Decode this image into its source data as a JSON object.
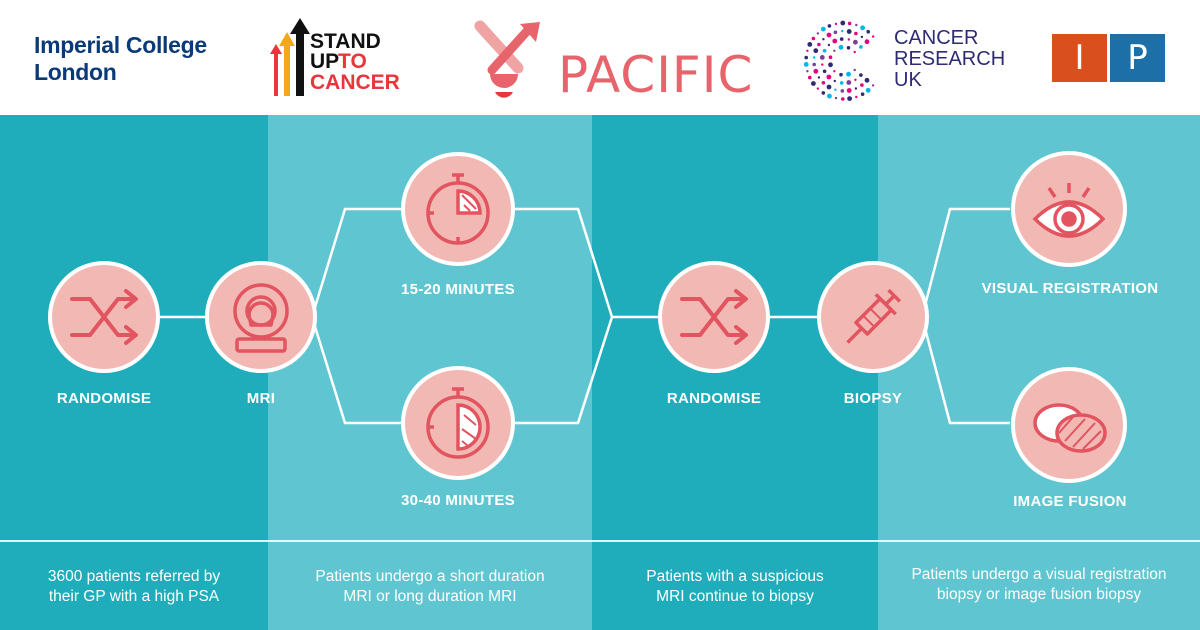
{
  "logos": {
    "imperial": [
      "Imperial College",
      "London"
    ],
    "su2c": [
      "STAND",
      "UP",
      "TO",
      "CANCER"
    ],
    "pacific": "PACIFIC",
    "cruk": [
      "CANCER",
      "RESEARCH",
      "UK"
    ],
    "ip": [
      "I",
      "P"
    ]
  },
  "colors": {
    "teal_dark": "#1fadbb",
    "teal_light": "#5fc6d1",
    "circle_fill": "#f2b9b4",
    "circle_ring": "#ffffff",
    "icon_stroke": "#e2545f",
    "accent_red": "#e8646c"
  },
  "steps": {
    "randomise1": {
      "label": "RANDOMISE",
      "icon": "shuffle-icon"
    },
    "mri": {
      "label": "MRI",
      "icon": "mri-scanner-icon"
    },
    "short_mri": {
      "label": "15-20 MINUTES",
      "icon": "stopwatch-quarter-icon"
    },
    "long_mri": {
      "label": "30-40 MINUTES",
      "icon": "stopwatch-half-icon"
    },
    "randomise2": {
      "label": "RANDOMISE",
      "icon": "shuffle-icon"
    },
    "biopsy": {
      "label": "BIOPSY",
      "icon": "syringe-icon"
    },
    "visual": {
      "label": "VISUAL REGISTRATION",
      "icon": "eye-icon"
    },
    "fusion": {
      "label": "IMAGE FUSION",
      "icon": "image-fusion-icon"
    }
  },
  "captions": [
    [
      "3600 patients referred by",
      "their GP with a high PSA"
    ],
    [
      "Patients undergo a short duration",
      "MRI or long duration MRI"
    ],
    [
      "Patients with a suspicious",
      "MRI continue to biopsy"
    ],
    [
      "Patients undergo a visual registration",
      "biopsy or image fusion biopsy"
    ]
  ]
}
